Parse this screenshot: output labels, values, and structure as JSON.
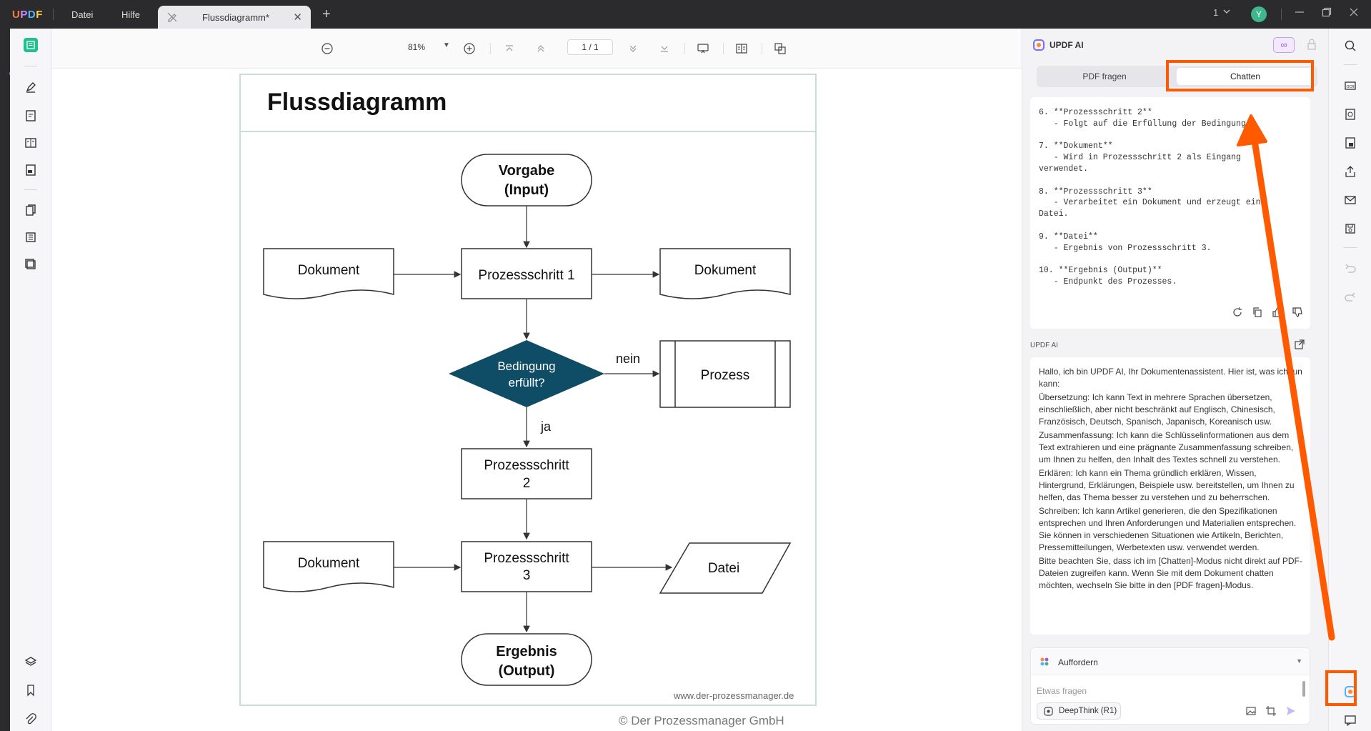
{
  "app": {
    "logo": "UPDF"
  },
  "menu": {
    "file": "Datei",
    "help": "Hilfe"
  },
  "tab": {
    "title": "Flussdiagramm*",
    "close": "✕",
    "add": "+"
  },
  "titlebar": {
    "window_count": "1",
    "avatar_letter": "Y"
  },
  "toolbar": {
    "zoom": "81%",
    "page_indicator": "1  /  1"
  },
  "document": {
    "title": "Flussdiagramm",
    "watermark": "www.der-prozessmanager.de",
    "copyright": "© Der Prozessmanager GmbH",
    "nodes": {
      "input_line1": "Vorgabe",
      "input_line2": "(Input)",
      "doc_left_1": "Dokument",
      "step1": "Prozessschritt 1",
      "doc_right_1": "Dokument",
      "decision_line1": "Bedingung",
      "decision_line2": "erfüllt?",
      "no_label": "nein",
      "process": "Prozess",
      "yes_label": "ja",
      "step2_line1": "Prozessschritt",
      "step2_line2": "2",
      "doc_left_2": "Dokument",
      "step3_line1": "Prozessschritt",
      "step3_line2": "3",
      "file": "Datei",
      "output_line1": "Ergebnis",
      "output_line2": "(Output)"
    }
  },
  "ai": {
    "title": "UPDF AI",
    "infinity": "∞",
    "tab_pdf": "PDF fragen",
    "tab_chat": "Chatten",
    "chat_lines": [
      "6. **Prozessschritt 2**",
      "   - Folgt auf die Erfüllung der Bedingung.",
      "",
      "7. **Dokument**",
      "   - Wird in Prozessschritt 2 als Eingang",
      "verwendet.",
      "",
      "8. **Prozessschritt 3**",
      "   - Verarbeitet ein Dokument und erzeugt eine",
      "Datei.",
      "",
      "9. **Datei**",
      "   - Ergebnis von Prozessschritt 3.",
      "",
      "10. **Ergebnis (Output)**",
      "   - Endpunkt des Prozesses."
    ],
    "label": "UPDF AI",
    "answer": [
      "Hallo, ich bin UPDF AI, Ihr Dokumentenassistent. Hier ist, was ich tun kann:",
      "Übersetzung: Ich kann Text in mehrere Sprachen übersetzen, einschließlich, aber nicht beschränkt auf Englisch, Chinesisch, Französisch, Deutsch, Spanisch, Japanisch, Koreanisch usw.",
      "Zusammenfassung: Ich kann die Schlüsselinformationen aus dem Text extrahieren und eine prägnante Zusammenfassung schreiben, um Ihnen zu helfen, den Inhalt des Textes schnell zu verstehen.",
      "Erklären: Ich kann ein Thema gründlich erklären, Wissen, Hintergrund, Erklärungen, Beispiele usw. bereitstellen, um Ihnen zu helfen, das Thema besser zu verstehen und zu beherrschen.",
      "Schreiben: Ich kann Artikel generieren, die den Spezifikationen entsprechen und Ihren Anforderungen und Materialien entsprechen. Sie können in verschiedenen Situationen wie Artikeln, Berichten, Pressemitteilungen, Werbetexten usw. verwendet werden.",
      "Bitte beachten Sie, dass ich im [Chatten]-Modus nicht direkt auf PDF-Dateien zugreifen kann. Wenn Sie mit dem Dokument chatten möchten, wechseln Sie bitte in den [PDF fragen]-Modus."
    ],
    "prompt_label": "Auffordern",
    "input_placeholder": "Etwas fragen",
    "deepthink": "DeepThink (R1)"
  },
  "colors": {
    "accent": "#ff5a00",
    "decision_fill": "#0f4c66",
    "ai_purple": "#9b5de5"
  }
}
